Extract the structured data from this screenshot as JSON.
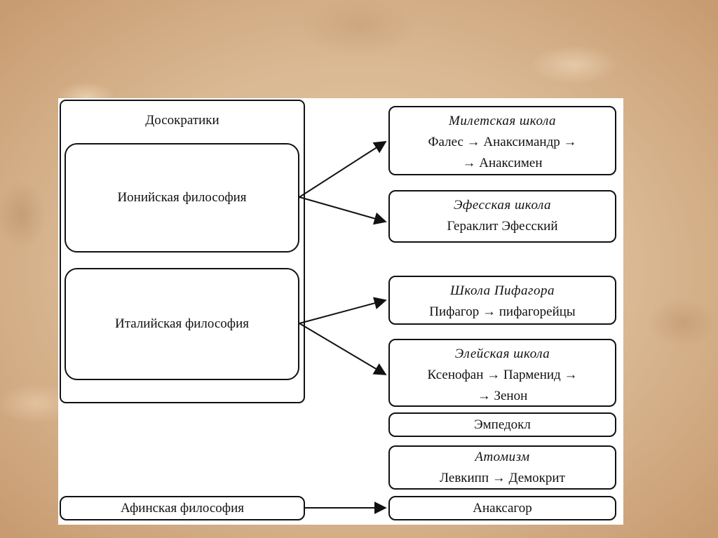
{
  "diagram": {
    "root": "Досократики",
    "ionian": "Ионийская философия",
    "italic": "Италийская философия",
    "athens": "Афинская философия",
    "schools": {
      "milesian": {
        "name": "Милетская школа",
        "line1": "Фалес → Анаксимандр →",
        "line2": "→ Анаксимен"
      },
      "ephesian": {
        "name": "Эфесская школа",
        "line1": "Гераклит Эфесский"
      },
      "pythagorean": {
        "name": "Школа Пифагора",
        "line1": "Пифагор → пифагорейцы"
      },
      "eleatic": {
        "name": "Элейская школа",
        "line1": "Ксенофан → Парменид →",
        "line2": "→ Зенон"
      },
      "empedocles": {
        "name": "Эмпедокл"
      },
      "atomism": {
        "name": "Атомизм",
        "line1": "Левкипп → Демокрит"
      },
      "anaxagoras": {
        "name": "Анаксагор"
      }
    }
  },
  "colors": {
    "line": "#111111",
    "sheet": "#ffffff",
    "background": "#d6b58e"
  }
}
